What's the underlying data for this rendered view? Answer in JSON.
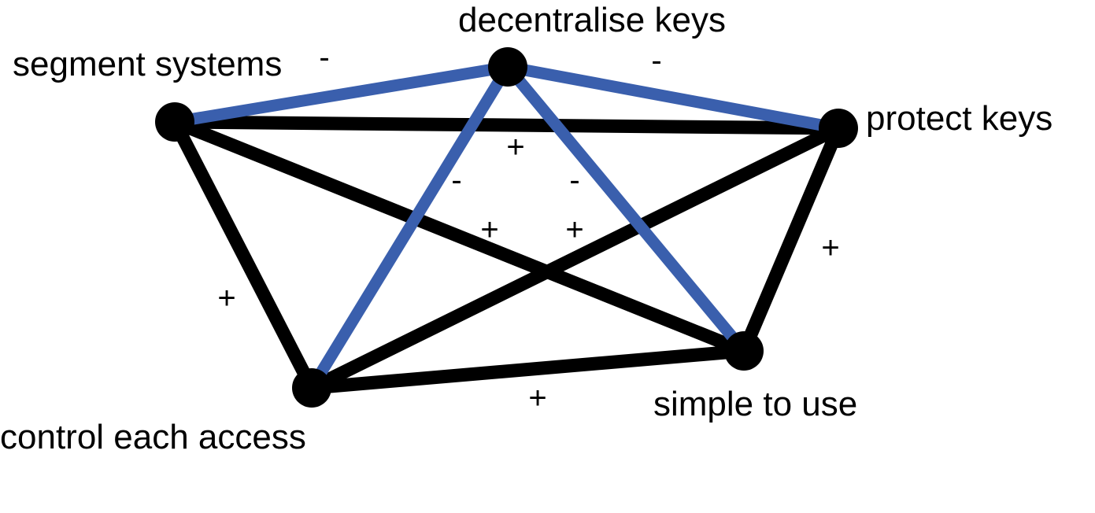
{
  "colors": {
    "positive_edge": "#000000",
    "negative_edge": "#3a5fad",
    "node": "#000000",
    "text": "#000000"
  },
  "nodes": [
    {
      "id": "decentralise",
      "label": "decentralise keys"
    },
    {
      "id": "segment",
      "label": "segment systems"
    },
    {
      "id": "protect",
      "label": "protect keys"
    },
    {
      "id": "control",
      "label": "control each access"
    },
    {
      "id": "simple",
      "label": "simple to use"
    }
  ],
  "edges": [
    {
      "id": "segment-decentralise",
      "from": "segment",
      "to": "decentralise",
      "sign": "-"
    },
    {
      "id": "decentralise-protect",
      "from": "decentralise",
      "to": "protect",
      "sign": "-"
    },
    {
      "id": "decentralise-control",
      "from": "decentralise",
      "to": "control",
      "sign": "-"
    },
    {
      "id": "decentralise-simple",
      "from": "decentralise",
      "to": "simple",
      "sign": "-"
    },
    {
      "id": "segment-protect",
      "from": "segment",
      "to": "protect",
      "sign": "+"
    },
    {
      "id": "segment-control",
      "from": "segment",
      "to": "control",
      "sign": "+"
    },
    {
      "id": "segment-simple",
      "from": "segment",
      "to": "simple",
      "sign": "+"
    },
    {
      "id": "protect-control",
      "from": "protect",
      "to": "control",
      "sign": "+"
    },
    {
      "id": "protect-simple",
      "from": "protect",
      "to": "simple",
      "sign": "+"
    },
    {
      "id": "control-simple",
      "from": "control",
      "to": "simple",
      "sign": "+"
    }
  ]
}
